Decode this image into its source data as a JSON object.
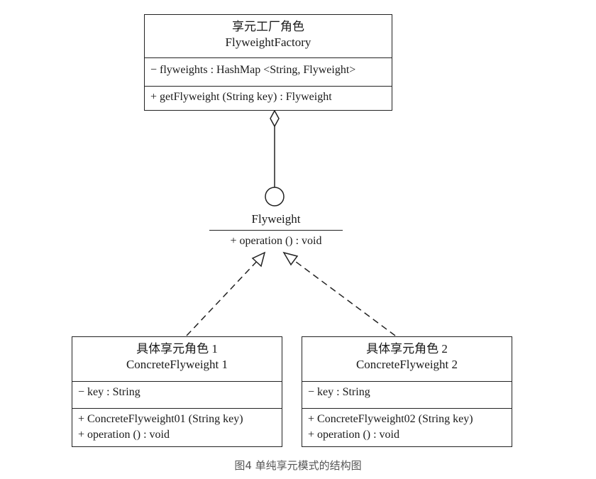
{
  "factory": {
    "title_cn": "享元工厂角色",
    "title_en": "FlyweightFactory",
    "field": "− flyweights : HashMap <String, Flyweight>",
    "method": "+ getFlyweight (String key) : Flyweight"
  },
  "flyweight": {
    "name": "Flyweight",
    "operation": "+ operation () : void"
  },
  "concrete1": {
    "title_cn": "具体享元角色 1",
    "title_en": "ConcreteFlyweight  1",
    "field": "− key : String",
    "method1": "+ ConcreteFlyweight01 (String key)",
    "method2": "+ operation () : void"
  },
  "concrete2": {
    "title_cn": "具体享元角色 2",
    "title_en": "ConcreteFlyweight  2",
    "field": "− key : String",
    "method1": "+ ConcreteFlyweight02 (String key)",
    "method2": "+ operation () : void"
  },
  "caption": "图4 单纯享元模式的结构图"
}
